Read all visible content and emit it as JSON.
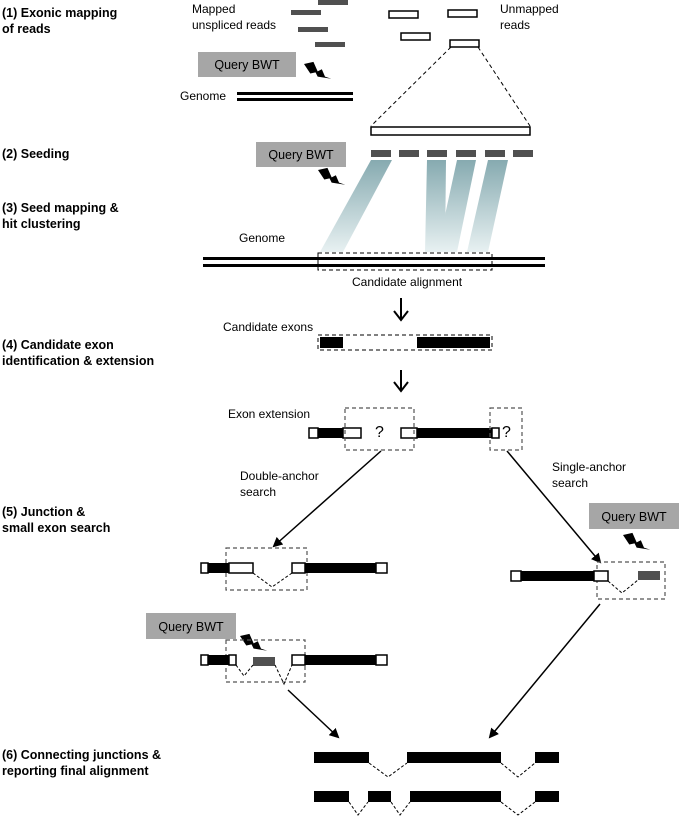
{
  "steps": {
    "s1_line1": "(1) Exonic mapping",
    "s1_line2": "of reads",
    "s2": "(2) Seeding",
    "s3_line1": "(3) Seed mapping &",
    "s3_line2": "hit clustering",
    "s4_line1": "(4) Candidate exon",
    "s4_line2": "identification & extension",
    "s5_line1": "(5) Junction &",
    "s5_line2": "small exon search",
    "s6_line1": "(6) Connecting junctions &",
    "s6_line2": "reporting final alignment"
  },
  "labels": {
    "mapped_line1": "Mapped",
    "mapped_line2": "unspliced reads",
    "unmapped_line1": "Unmapped",
    "unmapped_line2": "reads",
    "query_bwt": "Query BWT",
    "genome": "Genome",
    "candidate_alignment": "Candidate alignment",
    "candidate_exons": "Candidate exons",
    "exon_extension": "Exon extension",
    "unknown_mark": "?",
    "double_anchor_line1": "Double-anchor",
    "double_anchor_line2": "search",
    "single_anchor_line1": "Single-anchor",
    "single_anchor_line2": "search"
  },
  "colors": {
    "query_box": "#a6a6a6",
    "mapped_read": "#505050",
    "exon": "#000000",
    "seed_shadow": "#9dbcc2",
    "dashed_box": "#555555"
  },
  "icons": {
    "bwt_query": "lightning-bolt-icon",
    "flow": "down-arrow-icon"
  }
}
